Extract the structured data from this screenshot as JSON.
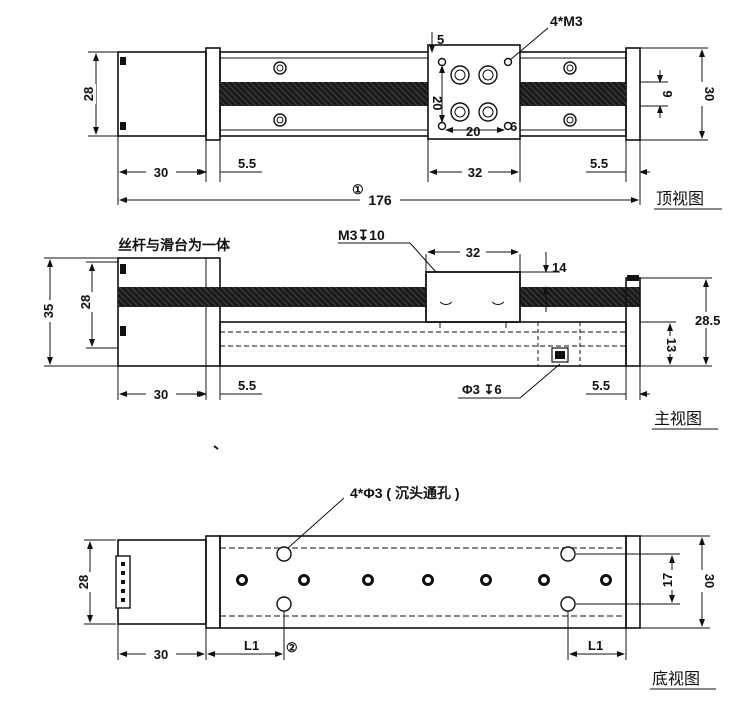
{
  "top_view": {
    "title": "顶视图",
    "label_4m3": "4*M3",
    "dim_5": "5",
    "dim_20v": "20",
    "dim_20h": "20",
    "dim_6": "6",
    "dim_28": "28",
    "dim_9": "9",
    "dim_30": "30",
    "dim_30_motor": "30",
    "dim_5_5_left": "5.5",
    "dim_32": "32",
    "dim_5_5_right": "5.5",
    "marker_1": "①",
    "dim_176": "176"
  },
  "front_view": {
    "title": "主视图",
    "note_screw": "丝杆与滑台为一体",
    "label_m3": "M3↧10",
    "dim_32": "32",
    "dim_14": "14",
    "dim_35": "35",
    "dim_28": "28",
    "dim_28_5": "28.5",
    "dim_13": "13",
    "dim_30": "30",
    "dim_5_5_left": "5.5",
    "label_phi3": "Φ3 ↧6",
    "dim_5_5_right": "5.5"
  },
  "bottom_view": {
    "title": "底视图",
    "label_holes": "4*Φ3 ( 沉头通孔 )",
    "dim_28": "28",
    "dim_17": "17",
    "dim_30": "30",
    "dim_30_motor": "30",
    "dim_L1_left": "L1",
    "marker_2": "②",
    "dim_L1_right": "L1"
  }
}
